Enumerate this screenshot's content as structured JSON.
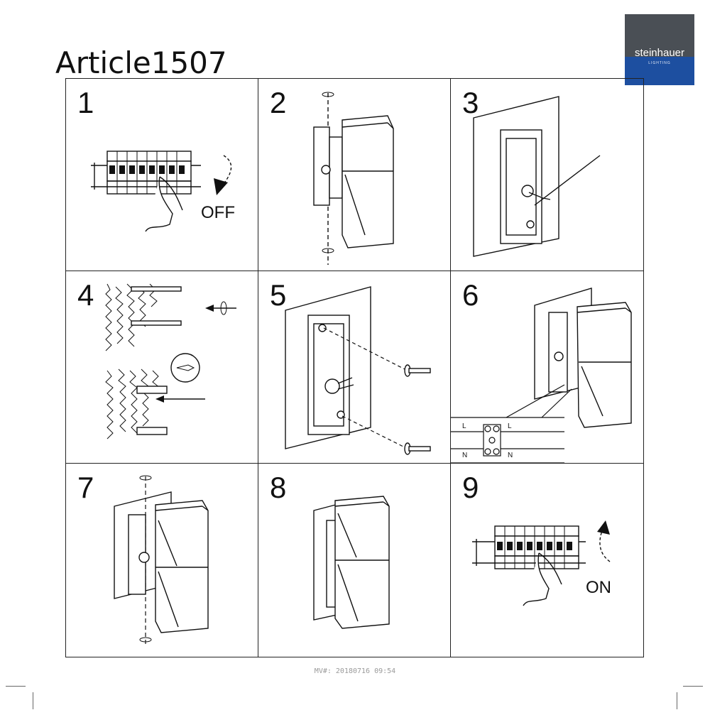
{
  "title": "Article1507",
  "logo": {
    "name": "steinhauer",
    "sub": "LIGHTING"
  },
  "steps": [
    {
      "num": "1",
      "label": "OFF"
    },
    {
      "num": "2"
    },
    {
      "num": "3"
    },
    {
      "num": "4"
    },
    {
      "num": "5"
    },
    {
      "num": "6",
      "wiring": {
        "l_left": "L",
        "l_right": "L",
        "n_left": "N",
        "n_right": "N"
      }
    },
    {
      "num": "7"
    },
    {
      "num": "8"
    },
    {
      "num": "9",
      "label": "ON"
    }
  ],
  "footer": "MV#: 20180716 09:54"
}
